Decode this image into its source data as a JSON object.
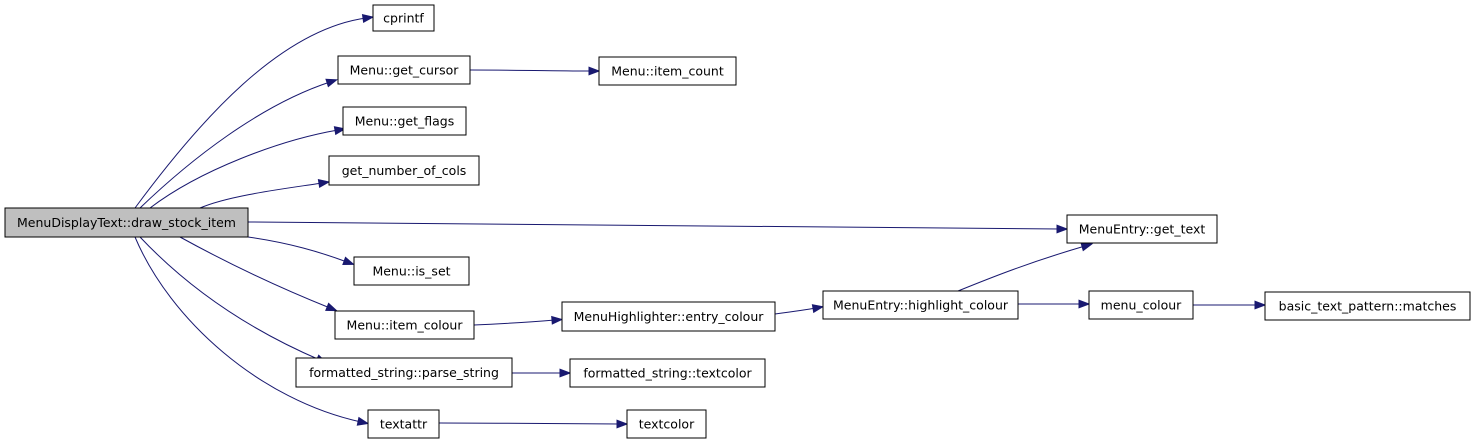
{
  "graph": {
    "edge_color": "#191970",
    "root_fill": "#bfbfbf",
    "node_fill": "#ffffff",
    "nodes": [
      {
        "id": "draw_stock_item",
        "label": "MenuDisplayText::draw_stock_item",
        "root": true
      },
      {
        "id": "cprintf",
        "label": "cprintf"
      },
      {
        "id": "get_cursor",
        "label": "Menu::get_cursor"
      },
      {
        "id": "item_count",
        "label": "Menu::item_count"
      },
      {
        "id": "get_flags",
        "label": "Menu::get_flags"
      },
      {
        "id": "get_number_of_cols",
        "label": "get_number_of_cols"
      },
      {
        "id": "get_text",
        "label": "MenuEntry::get_text"
      },
      {
        "id": "is_set",
        "label": "Menu::is_set"
      },
      {
        "id": "item_colour",
        "label": "Menu::item_colour"
      },
      {
        "id": "entry_colour",
        "label": "MenuHighlighter::entry_colour"
      },
      {
        "id": "highlight_colour",
        "label": "MenuEntry::highlight_colour"
      },
      {
        "id": "menu_colour",
        "label": "menu_colour"
      },
      {
        "id": "matches",
        "label": "basic_text_pattern::matches"
      },
      {
        "id": "parse_string",
        "label": "formatted_string::parse_string"
      },
      {
        "id": "fs_textcolor",
        "label": "formatted_string::textcolor"
      },
      {
        "id": "textattr",
        "label": "textattr"
      },
      {
        "id": "textcolor",
        "label": "textcolor"
      }
    ],
    "edges": [
      {
        "from": "draw_stock_item",
        "to": "cprintf"
      },
      {
        "from": "draw_stock_item",
        "to": "get_cursor"
      },
      {
        "from": "draw_stock_item",
        "to": "get_flags"
      },
      {
        "from": "draw_stock_item",
        "to": "get_number_of_cols"
      },
      {
        "from": "draw_stock_item",
        "to": "get_text"
      },
      {
        "from": "draw_stock_item",
        "to": "is_set"
      },
      {
        "from": "draw_stock_item",
        "to": "item_colour"
      },
      {
        "from": "draw_stock_item",
        "to": "parse_string"
      },
      {
        "from": "draw_stock_item",
        "to": "textattr"
      },
      {
        "from": "get_cursor",
        "to": "item_count"
      },
      {
        "from": "item_colour",
        "to": "entry_colour"
      },
      {
        "from": "entry_colour",
        "to": "highlight_colour"
      },
      {
        "from": "highlight_colour",
        "to": "get_text"
      },
      {
        "from": "highlight_colour",
        "to": "menu_colour"
      },
      {
        "from": "menu_colour",
        "to": "matches"
      },
      {
        "from": "parse_string",
        "to": "fs_textcolor"
      },
      {
        "from": "textattr",
        "to": "textcolor"
      }
    ]
  }
}
